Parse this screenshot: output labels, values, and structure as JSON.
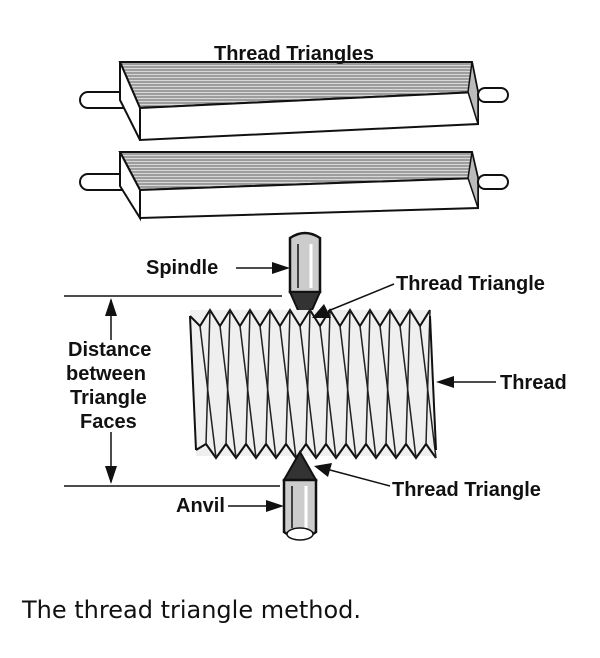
{
  "figure": {
    "title": "Thread Triangles",
    "labels": {
      "spindle": "Spindle",
      "anvil": "Anvil",
      "triangle_top": "Thread Triangle",
      "triangle_bottom": "Thread Triangle",
      "thread": "Thread",
      "distance_line1": "Distance",
      "distance_line2": "between",
      "distance_line3": "Triangle",
      "distance_line4": "Faces"
    }
  },
  "caption": "The thread triangle method."
}
